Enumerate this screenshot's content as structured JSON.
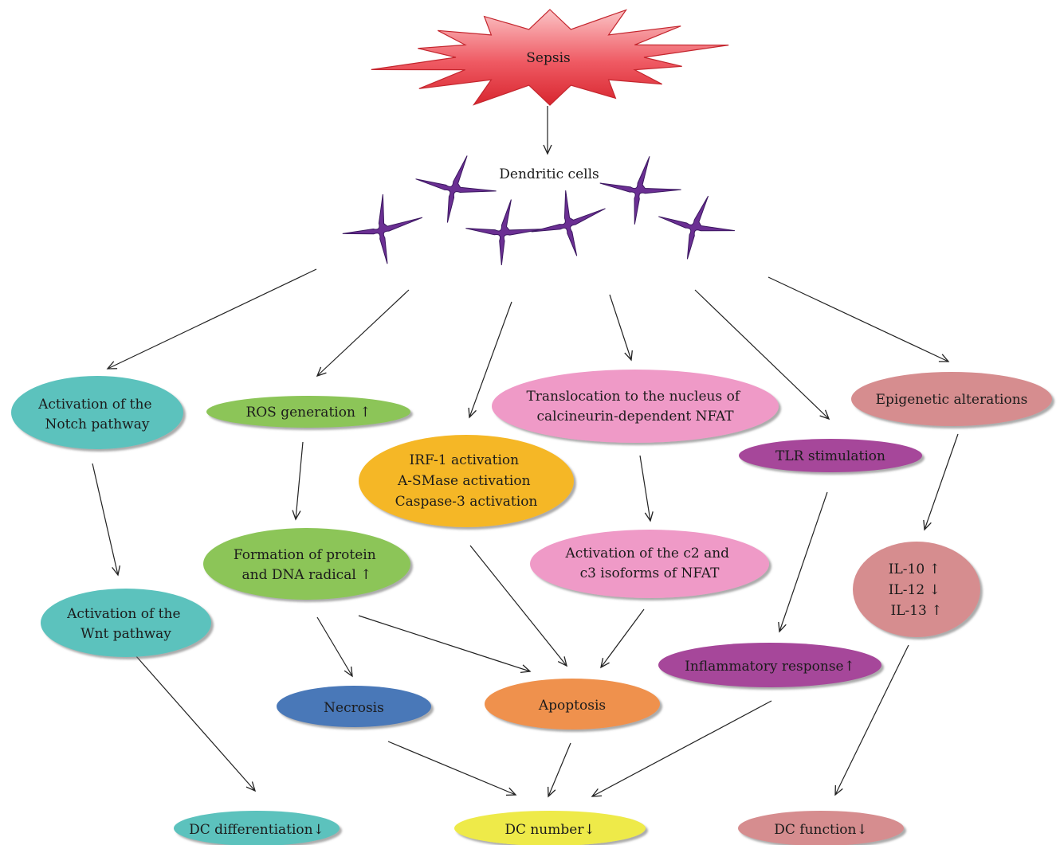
{
  "title": "Sepsis",
  "cells_label": "Dendritic cells",
  "nodes": {
    "notch": [
      "Activation of the",
      "Notch pathway"
    ],
    "ros": [
      "ROS generation ↑"
    ],
    "irf": [
      "IRF-1 activation",
      "A-SMase activation",
      "Caspase-3 activation"
    ],
    "nfat_translocation": [
      "Translocation to the nucleus of",
      "calcineurin-dependent NFAT"
    ],
    "tlr": [
      "TLR stimulation"
    ],
    "epigenetic": [
      "Epigenetic alterations"
    ],
    "protein_dna": [
      "Formation of protein",
      "and DNA radical ↑"
    ],
    "nfat_c2c3": [
      "Activation of the c2 and",
      "c3 isoforms of NFAT"
    ],
    "il": [
      "IL-10 ↑",
      "IL-12 ↓",
      "IL-13 ↑"
    ],
    "wnt": [
      "Activation of the",
      "Wnt pathway"
    ],
    "inflammatory": [
      "Inflammatory response↑"
    ],
    "necrosis": [
      "Necrosis"
    ],
    "apoptosis": [
      "Apoptosis"
    ],
    "dc_differentiation": [
      "DC differentiation↓"
    ],
    "dc_number": [
      "DC number↓"
    ],
    "dc_function": [
      "DC function↓"
    ]
  },
  "colors": {
    "sepsis": "#e8414b",
    "dendritic_cell": "#6b2f93",
    "teal": "#5bc2bd",
    "green": "#8cc558",
    "orange_yellow": "#f5b728",
    "pink": "#ef9ac7",
    "purple": "#a6479a",
    "rose": "#d68d8f",
    "blue": "#4a78b8",
    "orange": "#ef914d",
    "yellow": "#eeea4a"
  }
}
